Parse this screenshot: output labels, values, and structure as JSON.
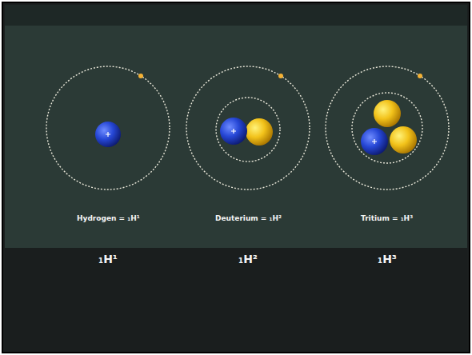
{
  "diagram": {
    "labels": [
      "Hydrogen = ₁H¹",
      "Deuterium = ₁H²",
      "Tritium = ₁H³",
      "₁H¹",
      "₁H²",
      "₁H³"
    ]
  }
}
